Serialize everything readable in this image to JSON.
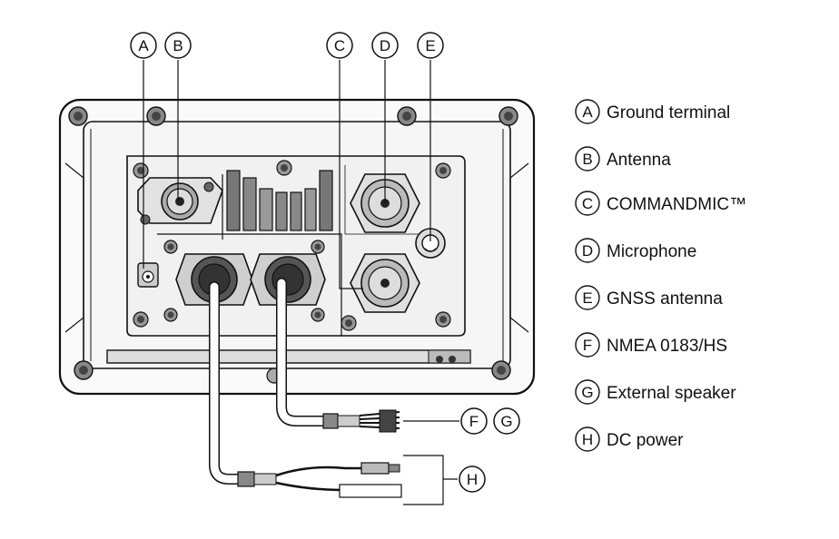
{
  "legend": [
    {
      "letter": "A",
      "text": "Ground terminal"
    },
    {
      "letter": "B",
      "text": "Antenna"
    },
    {
      "letter": "C",
      "text": "COMMANDMIC™"
    },
    {
      "letter": "D",
      "text": "Microphone"
    },
    {
      "letter": "E",
      "text": "GNSS antenna"
    },
    {
      "letter": "F",
      "text": "NMEA 0183/HS"
    },
    {
      "letter": "G",
      "text": "External speaker"
    },
    {
      "letter": "H",
      "text": "DC power"
    }
  ],
  "callouts": {
    "top": [
      "A",
      "B",
      "C",
      "D",
      "E"
    ],
    "cable_f": "F",
    "cable_g": "G",
    "cable_h": "H"
  },
  "colors": {
    "line": "#111111",
    "panel": "#f4f4f4",
    "background": "#ffffff"
  }
}
